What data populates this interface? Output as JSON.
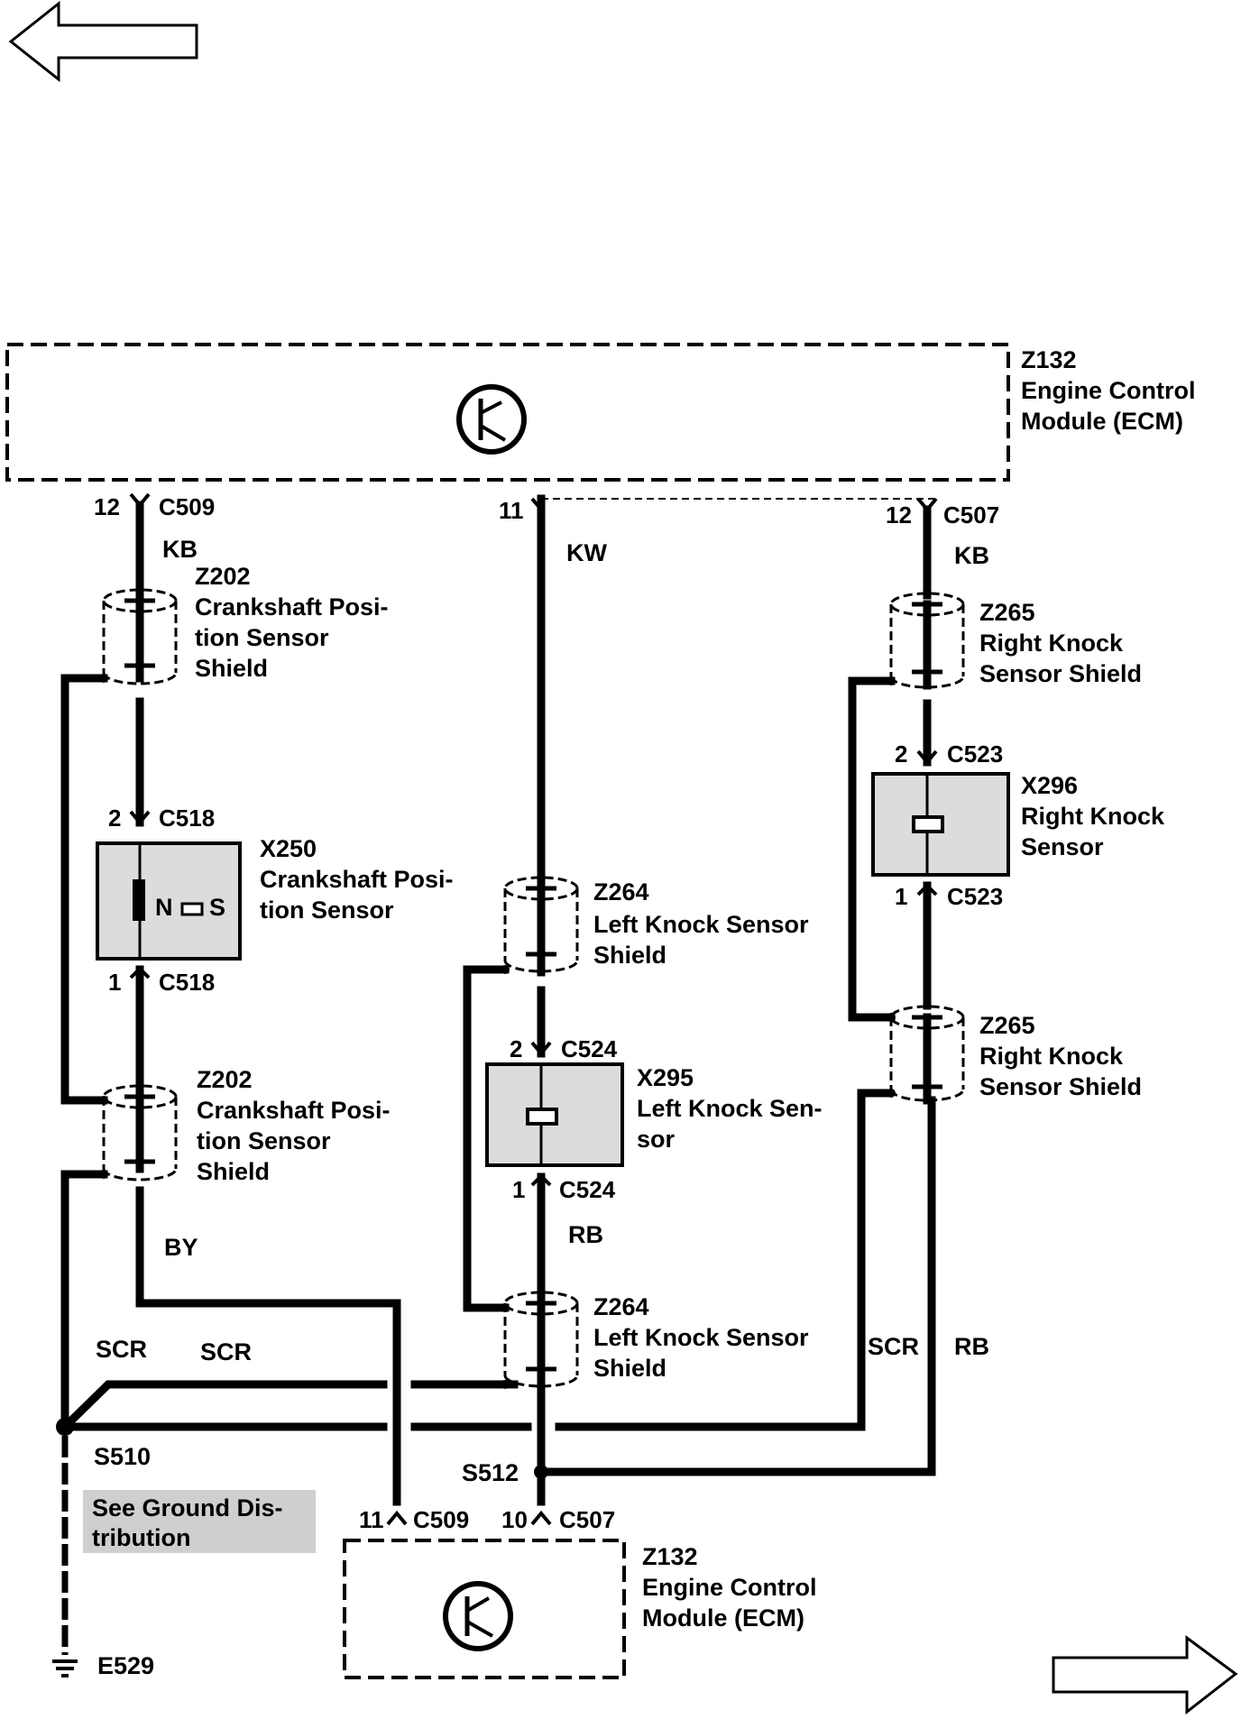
{
  "nav": {
    "prev_label": "",
    "next_label": ""
  },
  "ecm_top": {
    "id": "Z132",
    "line1": "Engine Control",
    "line2": "Module (ECM)"
  },
  "ecm_bottom": {
    "id": "Z132",
    "line1": "Engine Control",
    "line2": "Module (ECM)"
  },
  "connectors": {
    "c509_top": {
      "pin": "12",
      "name": "C509"
    },
    "kw_top": {
      "pin": "11"
    },
    "c507_top": {
      "pin": "12",
      "name": "C507"
    },
    "c518_top": {
      "pin": "2",
      "name": "C518"
    },
    "c518_bottom": {
      "pin": "1",
      "name": "C518"
    },
    "c523_top": {
      "pin": "2",
      "name": "C523"
    },
    "c523_bottom": {
      "pin": "1",
      "name": "C523"
    },
    "c524_top": {
      "pin": "2",
      "name": "C524"
    },
    "c524_bottom": {
      "pin": "1",
      "name": "C524"
    },
    "c509_bottom": {
      "pin": "11",
      "name": "C509"
    },
    "c507_bottom": {
      "pin": "10",
      "name": "C507"
    }
  },
  "wire_colors": {
    "kb_left": "KB",
    "kw": "KW",
    "kb_right": "KB",
    "by": "BY",
    "rb_mid": "RB",
    "rb_right": "RB",
    "scr_1": "SCR",
    "scr_2": "SCR",
    "scr_right": "SCR"
  },
  "shields": {
    "z202_top": {
      "id": "Z202",
      "line1": "Crankshaft Posi-",
      "line2": "tion Sensor",
      "line3": "Shield"
    },
    "z202_bottom": {
      "id": "Z202",
      "line1": "Crankshaft Posi-",
      "line2": "tion Sensor",
      "line3": "Shield"
    },
    "z264_top": {
      "id": "Z264",
      "line1": "Left Knock Sensor",
      "line2": "Shield"
    },
    "z264_bottom": {
      "id": "Z264",
      "line1": "Left Knock Sensor",
      "line2": "Shield"
    },
    "z265_top": {
      "id": "Z265",
      "line1": "Right Knock",
      "line2": "Sensor Shield"
    },
    "z265_bottom": {
      "id": "Z265",
      "line1": "Right Knock",
      "line2": "Sensor Shield"
    }
  },
  "sensors": {
    "x250": {
      "id": "X250",
      "line1": "Crankshaft Posi-",
      "line2": "tion Sensor",
      "pole_n": "N",
      "pole_s": "S"
    },
    "x295": {
      "id": "X295",
      "line1": "Left Knock Sen-",
      "line2": "sor"
    },
    "x296": {
      "id": "X296",
      "line1": "Right Knock",
      "line2": "Sensor"
    }
  },
  "splices": {
    "s510": "S510",
    "s512": "S512"
  },
  "ground": {
    "note_line1": "See Ground Dis-",
    "note_line2": "tribution",
    "id": "E529"
  }
}
